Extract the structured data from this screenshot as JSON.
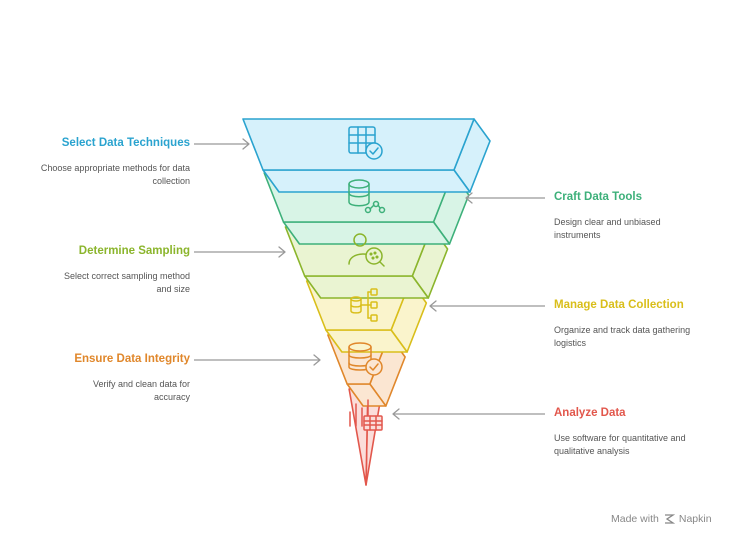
{
  "steps": [
    {
      "title": "Select Data Techniques",
      "desc": "Choose appropriate methods for data collection",
      "side": "left",
      "color": "#2AA3CF",
      "fill": "#D6F1FB",
      "icon": "table-check-icon"
    },
    {
      "title": "Craft Data Tools",
      "desc": "Design clear and unbiased instruments",
      "side": "right",
      "color": "#3DB07A",
      "fill": "#D8F4E6",
      "icon": "database-nodes-icon"
    },
    {
      "title": "Determine Sampling",
      "desc": "Select correct sampling method and size",
      "side": "left",
      "color": "#8BB52C",
      "fill": "#EAF4D2",
      "icon": "person-sample-icon"
    },
    {
      "title": "Manage Data Collection",
      "desc": "Organize and track data gathering logistics",
      "side": "right",
      "color": "#D9BE1A",
      "fill": "#FAF4CC",
      "icon": "database-flow-icon"
    },
    {
      "title": "Ensure Data Integrity",
      "desc": "Verify and clean data for accuracy",
      "side": "left",
      "color": "#E0872B",
      "fill": "#FBE6D2",
      "icon": "database-check-icon"
    },
    {
      "title": "Analyze Data",
      "desc": "Use software for quantitative and qualitative analysis",
      "side": "right",
      "color": "#E2574C",
      "fill": "#FBDDDA",
      "icon": "chart-table-icon"
    }
  ],
  "credit": {
    "prefix": "Made with",
    "brand": "Napkin"
  }
}
